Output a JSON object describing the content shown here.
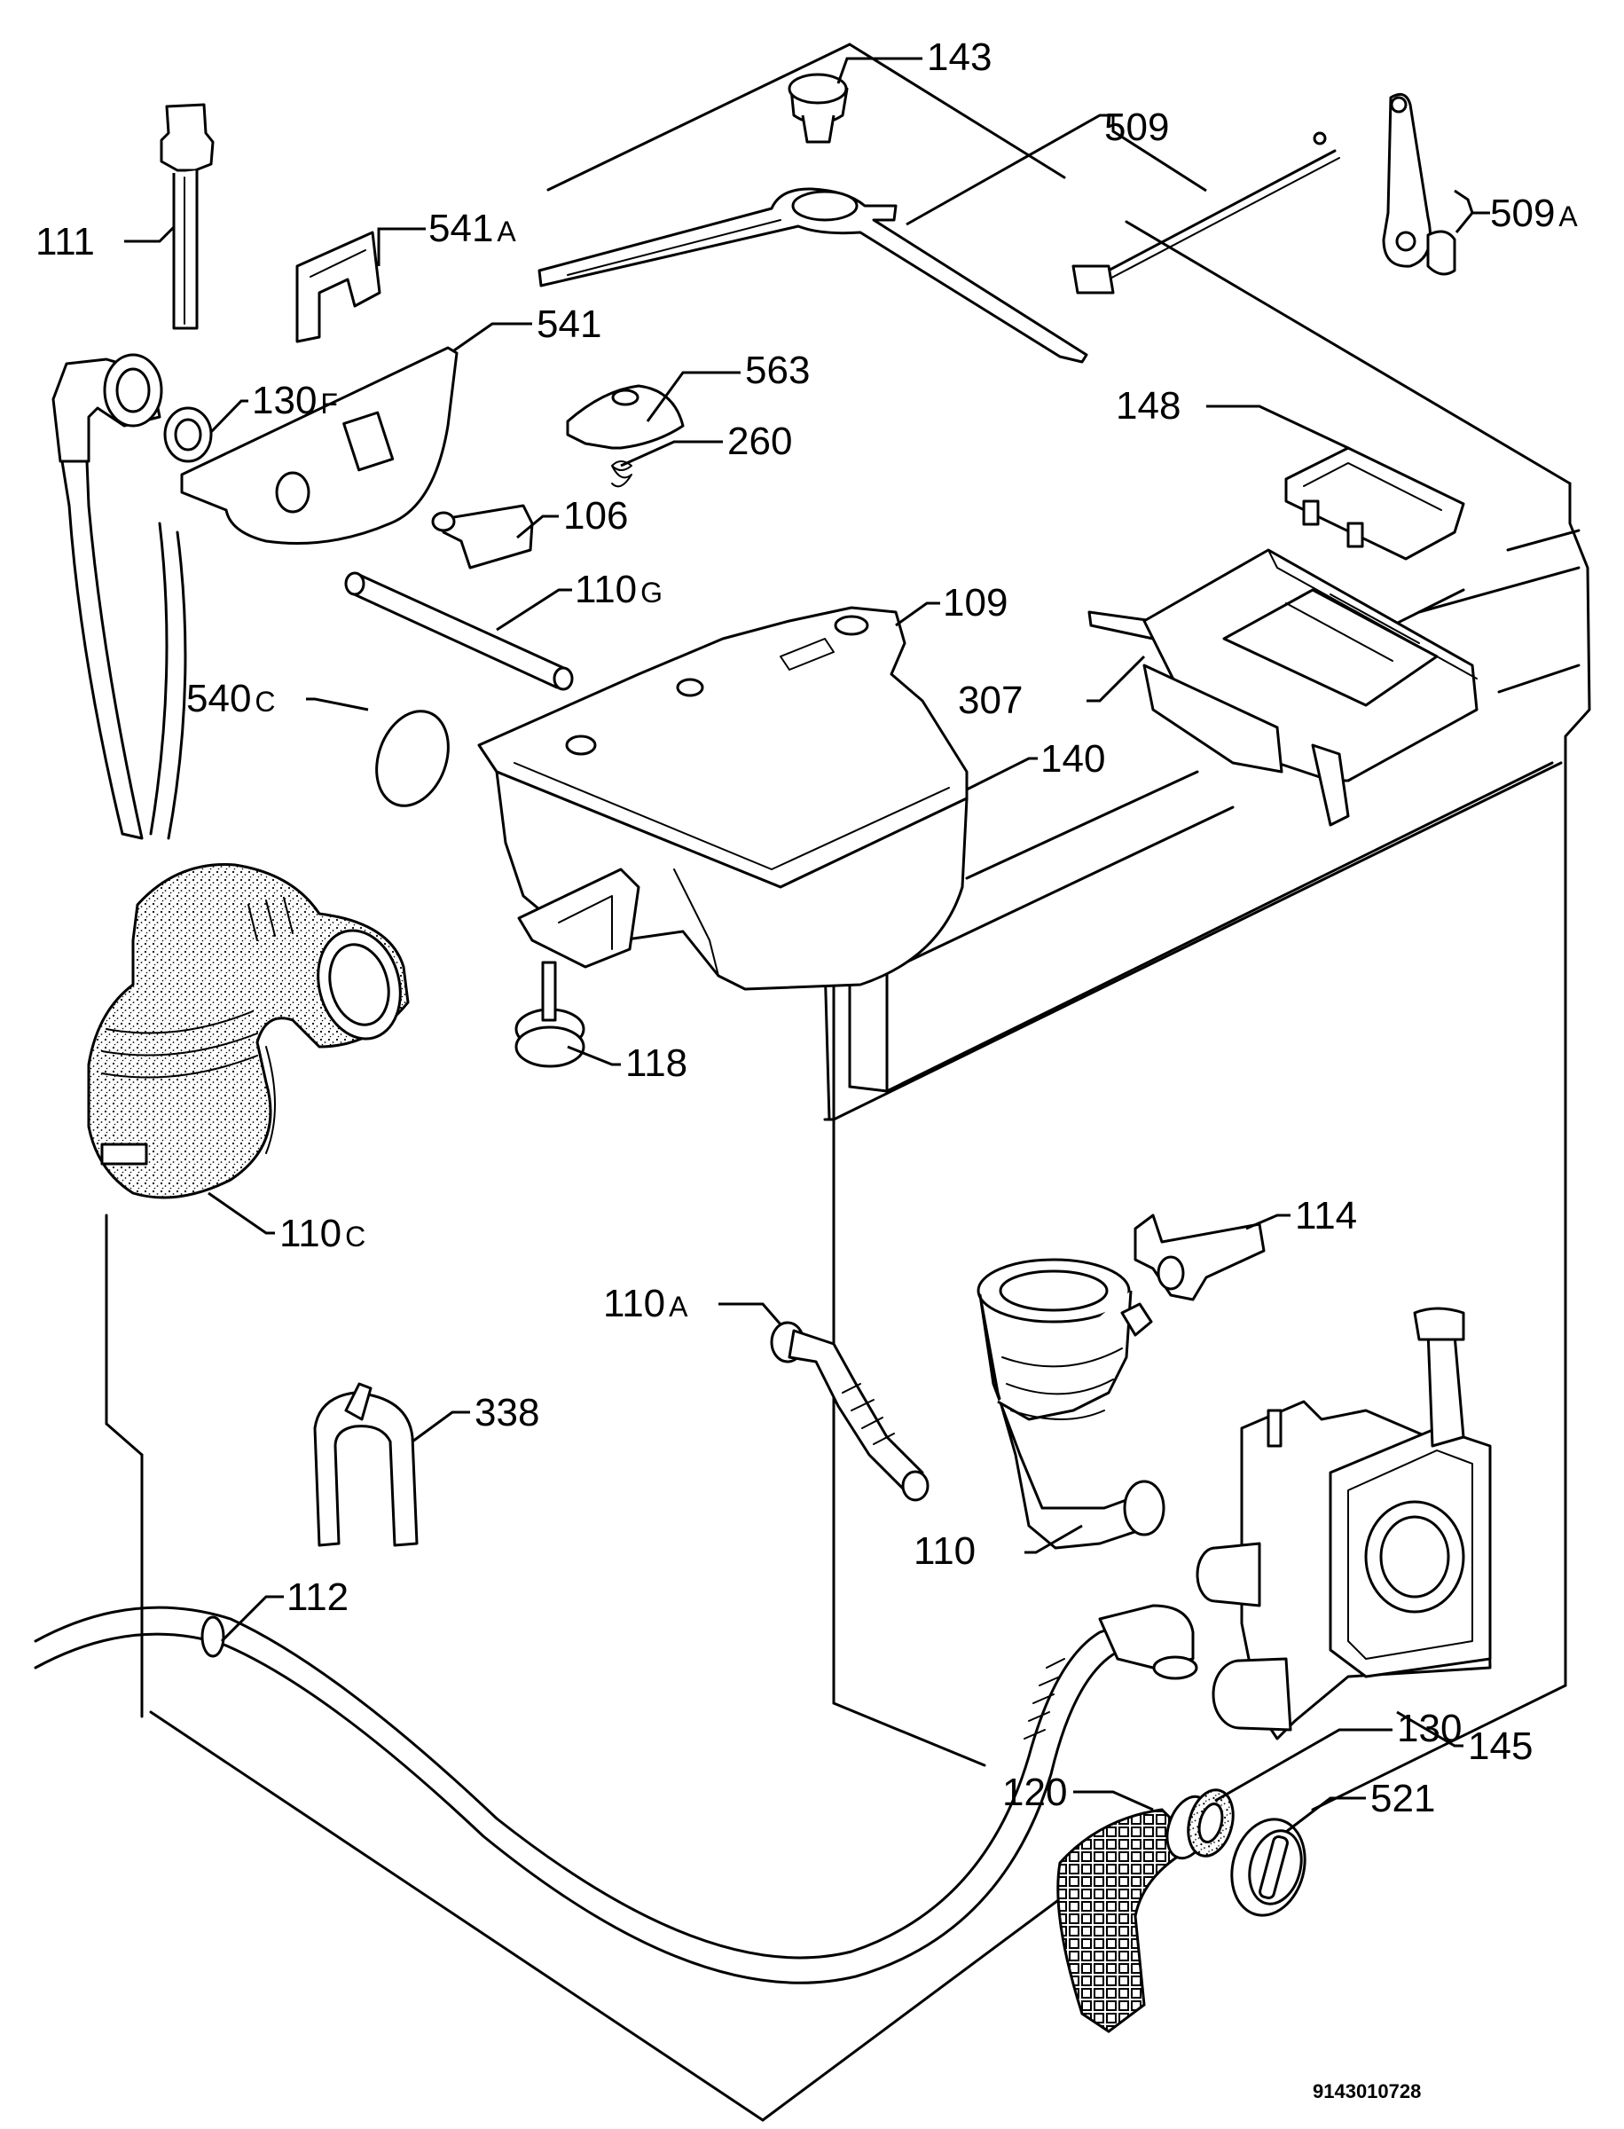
{
  "diagram": {
    "parts": [
      {
        "id": "p143",
        "num": "143",
        "suffix": ""
      },
      {
        "id": "p509",
        "num": "509",
        "suffix": ""
      },
      {
        "id": "p509a",
        "num": "509",
        "suffix": "A"
      },
      {
        "id": "p111",
        "num": "111",
        "suffix": ""
      },
      {
        "id": "p541a",
        "num": "541",
        "suffix": "A"
      },
      {
        "id": "p541",
        "num": "541",
        "suffix": ""
      },
      {
        "id": "p130f",
        "num": "130",
        "suffix": "F"
      },
      {
        "id": "p563",
        "num": "563",
        "suffix": ""
      },
      {
        "id": "p260",
        "num": "260",
        "suffix": ""
      },
      {
        "id": "p148",
        "num": "148",
        "suffix": ""
      },
      {
        "id": "p106",
        "num": "106",
        "suffix": ""
      },
      {
        "id": "p110g",
        "num": "110",
        "suffix": "G"
      },
      {
        "id": "p109",
        "num": "109",
        "suffix": ""
      },
      {
        "id": "p540c",
        "num": "540",
        "suffix": "C"
      },
      {
        "id": "p307",
        "num": "307",
        "suffix": ""
      },
      {
        "id": "p140",
        "num": "140",
        "suffix": ""
      },
      {
        "id": "p118",
        "num": "118",
        "suffix": ""
      },
      {
        "id": "p110c",
        "num": "110",
        "suffix": "C"
      },
      {
        "id": "p114",
        "num": "114",
        "suffix": ""
      },
      {
        "id": "p110a",
        "num": "110",
        "suffix": "A"
      },
      {
        "id": "p338",
        "num": "338",
        "suffix": ""
      },
      {
        "id": "p110",
        "num": "110",
        "suffix": ""
      },
      {
        "id": "p112",
        "num": "112",
        "suffix": ""
      },
      {
        "id": "p145",
        "num": "145",
        "suffix": ""
      },
      {
        "id": "p130",
        "num": "130",
        "suffix": ""
      },
      {
        "id": "p120",
        "num": "120",
        "suffix": ""
      },
      {
        "id": "p521",
        "num": "521",
        "suffix": ""
      }
    ],
    "drawing_code": "9143010728"
  }
}
